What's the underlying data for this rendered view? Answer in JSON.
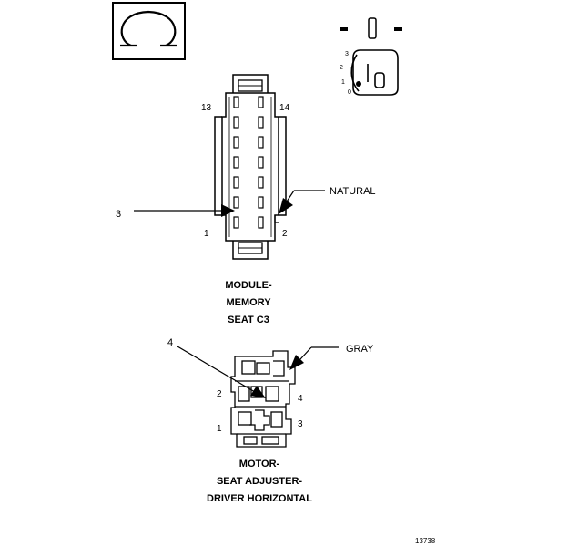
{
  "module_connector": {
    "pin_top_left": "13",
    "pin_top_right": "14",
    "pin_bottom_left": "1",
    "pin_bottom_right": "2",
    "color_callout": "NATURAL",
    "callout_number": "3",
    "caption": [
      "MODULE-",
      "MEMORY",
      "SEAT C3"
    ]
  },
  "motor_connector": {
    "callout_number": "4",
    "color_callout": "GRAY",
    "pin_left_upper": "2",
    "pin_left_lower": "1",
    "pin_right_upper": "4",
    "pin_right_lower": "3",
    "caption": [
      "MOTOR-",
      "SEAT ADJUSTER-",
      "DRIVER HORIZONTAL"
    ]
  },
  "key_switch": {
    "positions": [
      "3",
      "2",
      "1",
      "0"
    ]
  },
  "footer": {
    "figure_id": "13738"
  }
}
